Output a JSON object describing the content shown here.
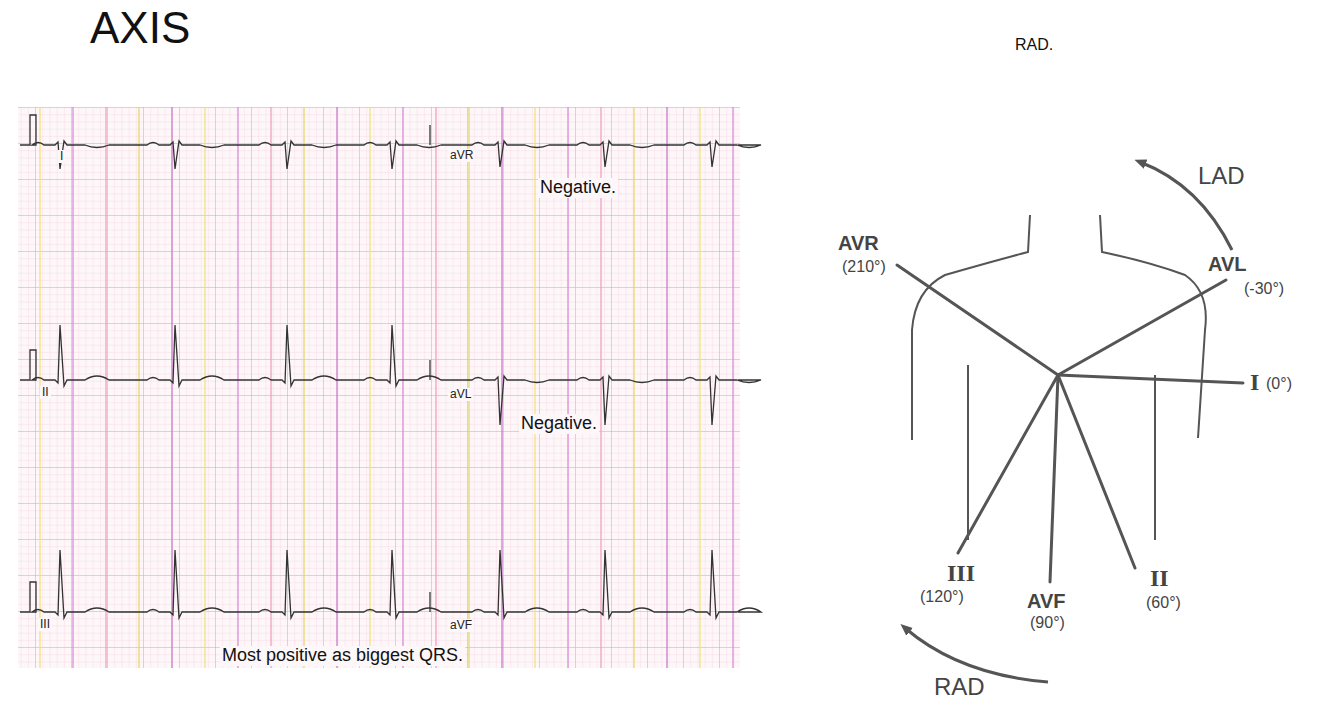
{
  "diagram": {
    "title": "AXIS",
    "labels": [
      "RAD.",
      "I",
      "aVR",
      "Negative.",
      "II",
      "aVL",
      "Negative.",
      "III",
      "aVF",
      "Most positive as biggest QRS.",
      "LAD",
      "AVR",
      "(210°)",
      "AVL",
      "(-30°)",
      "I",
      "(0°)",
      "III",
      "(120°)",
      "AVF",
      "(90°)",
      "II",
      "(60°)",
      "RAD"
    ]
  }
}
